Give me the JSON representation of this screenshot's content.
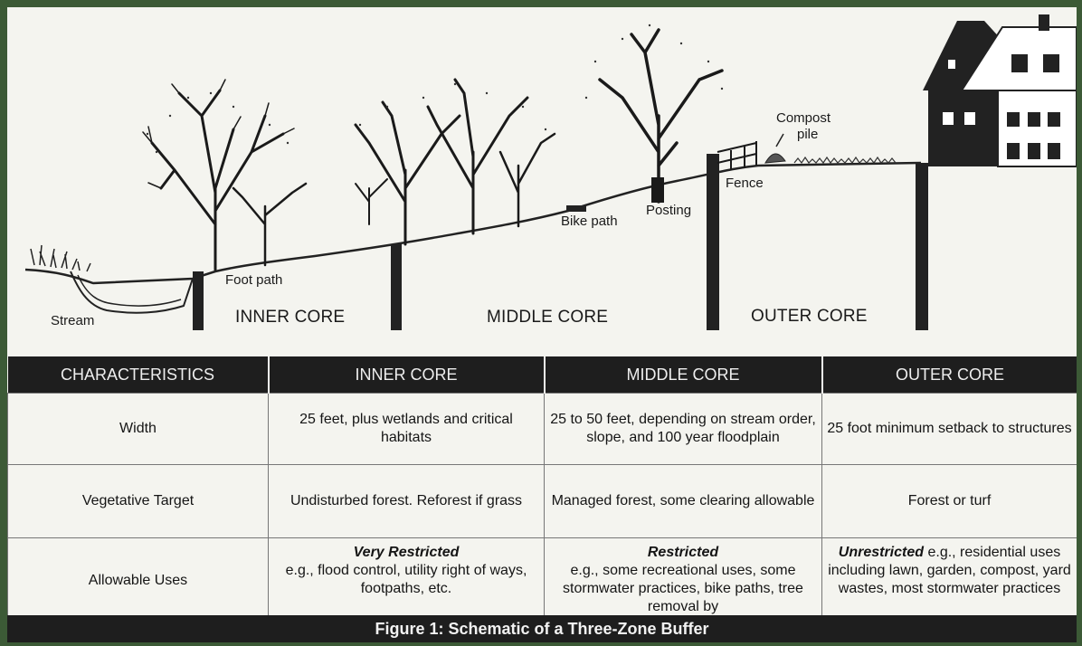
{
  "illustration": {
    "labels": {
      "stream": "Stream",
      "foot_path": "Foot path",
      "bike_path": "Bike path",
      "posting": "Posting",
      "fence": "Fence",
      "compost_line1": "Compost",
      "compost_line2": "pile"
    },
    "zones": [
      "INNER CORE",
      "MIDDLE CORE",
      "OUTER CORE"
    ]
  },
  "table": {
    "headers": [
      "CHARACTERISTICS",
      "INNER CORE",
      "MIDDLE CORE",
      "OUTER CORE"
    ],
    "rows": [
      {
        "characteristic": "Width",
        "inner": "25 feet, plus wetlands and critical habitats",
        "middle": "25 to 50 feet, depending on stream order, slope, and 100 year floodplain",
        "outer": "25 foot minimum setback to structures"
      },
      {
        "characteristic": "Vegetative Target",
        "inner": "Undisturbed forest. Reforest if grass",
        "middle": "Managed forest, some clearing allowable",
        "outer": "Forest or turf"
      },
      {
        "characteristic": "Allowable Uses",
        "inner_emphasis": "Very Restricted",
        "inner": "e.g., flood control, utility right of ways, footpaths, etc.",
        "middle_emphasis": "Restricted",
        "middle": "e.g., some recreational uses, some stormwater practices, bike paths, tree removal by",
        "outer_emphasis": "Unrestricted",
        "outer": "e.g., residential uses including lawn, garden, compost, yard wastes, most stormwater practices"
      }
    ]
  },
  "caption": "Figure 1: Schematic of a Three-Zone Buffer"
}
